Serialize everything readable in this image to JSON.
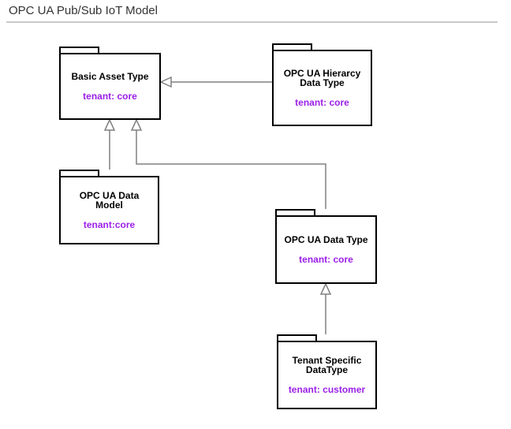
{
  "title": "OPC UA Pub/Sub IoT Model",
  "colors": {
    "tenant": "#9b1fe8",
    "edge": "#808080"
  },
  "packages": {
    "basic_asset_type": {
      "name": "Basic Asset Type",
      "tenant": "tenant: core"
    },
    "hierarchy_data_type": {
      "name": "OPC UA Hierarcy Data Type",
      "tenant": "tenant: core"
    },
    "data_model": {
      "name": "OPC UA Data Model",
      "tenant": "tenant:core"
    },
    "data_type": {
      "name": "OPC UA Data Type",
      "tenant": "tenant: core"
    },
    "tenant_specific": {
      "name": "Tenant Specific DataType",
      "tenant": "tenant: customer"
    }
  },
  "relations": [
    {
      "from": "OPC UA Hierarcy Data Type",
      "to": "Basic Asset Type",
      "kind": "generalization"
    },
    {
      "from": "OPC UA Data Model",
      "to": "Basic Asset Type",
      "kind": "generalization"
    },
    {
      "from": "OPC UA Data Type",
      "to": "Basic Asset Type",
      "kind": "generalization"
    },
    {
      "from": "Tenant Specific DataType",
      "to": "OPC UA Data Type",
      "kind": "generalization"
    }
  ]
}
